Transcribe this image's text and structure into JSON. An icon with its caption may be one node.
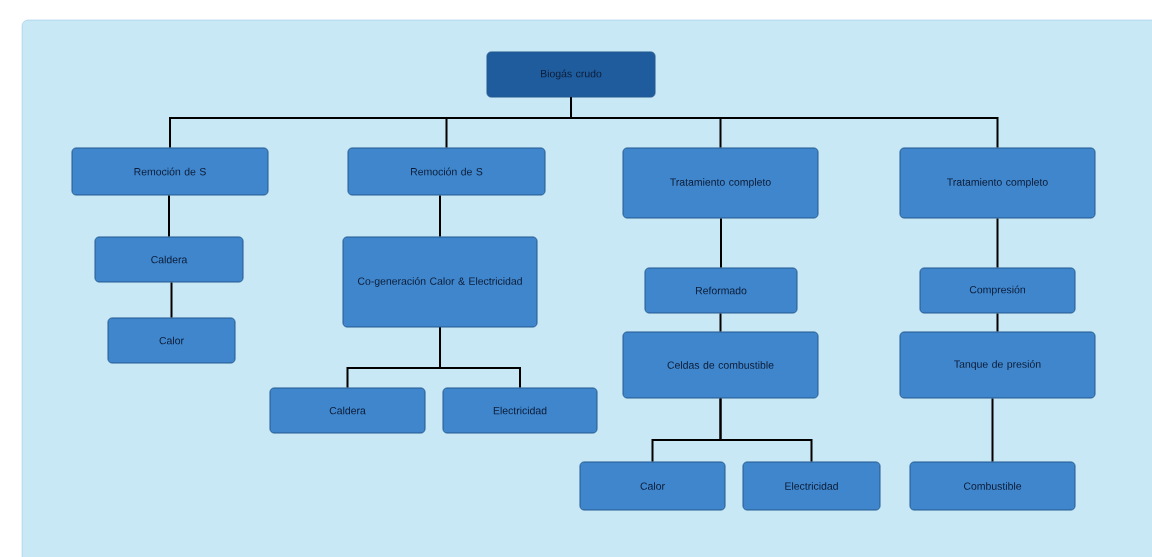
{
  "diagram": {
    "nodes": [
      {
        "text": [
          "Biogás crudo"
        ]
      },
      {
        "text": [
          "Remoción de S"
        ]
      },
      {
        "text": [
          "Remoción de S"
        ]
      },
      {
        "text": [
          "Tratamiento completo"
        ]
      },
      {
        "text": [
          "Tratamiento completo"
        ]
      },
      {
        "text": [
          "Caldera"
        ]
      },
      {
        "text": [
          "Calor"
        ]
      },
      {
        "text": [
          "Co-generación Calor & Electricidad"
        ]
      },
      {
        "text": [
          "Caldera"
        ]
      },
      {
        "text": [
          "Electricidad"
        ]
      },
      {
        "text": [
          "Reformado"
        ]
      },
      {
        "text": [
          "Celdas de combustible"
        ]
      },
      {
        "text": [
          "Calor"
        ]
      },
      {
        "text": [
          "Electricidad"
        ]
      },
      {
        "text": [
          "Compresión"
        ]
      },
      {
        "text": [
          "Tanque de presión"
        ]
      },
      {
        "text": [
          "Combustible"
        ]
      }
    ],
    "edges": [
      {
        "from": 0,
        "to": 1,
        "arrow": "none"
      },
      {
        "from": 0,
        "to": 2,
        "arrow": "none"
      },
      {
        "from": 0,
        "to": 3,
        "arrow": "none"
      },
      {
        "from": 0,
        "to": 4,
        "arrow": "none"
      },
      {
        "from": 1,
        "to": 5,
        "arrow": "none"
      },
      {
        "from": 5,
        "to": 6,
        "arrow": "none"
      },
      {
        "from": 2,
        "to": 7,
        "arrow": "none"
      },
      {
        "from": 7,
        "to": 8,
        "arrow": "none"
      },
      {
        "from": 7,
        "to": 9,
        "arrow": "none"
      },
      {
        "from": 3,
        "to": 10,
        "arrow": "none"
      },
      {
        "from": 10,
        "to": 11,
        "arrow": "none"
      },
      {
        "from": 11,
        "to": 12,
        "arrow": "none"
      },
      {
        "from": 11,
        "to": 13,
        "arrow": "none"
      },
      {
        "from": 4,
        "to": 14,
        "arrow": "none"
      },
      {
        "from": 14,
        "to": 15,
        "arrow": "none"
      },
      {
        "from": 15,
        "to": 16,
        "arrow": "none"
      }
    ]
  }
}
